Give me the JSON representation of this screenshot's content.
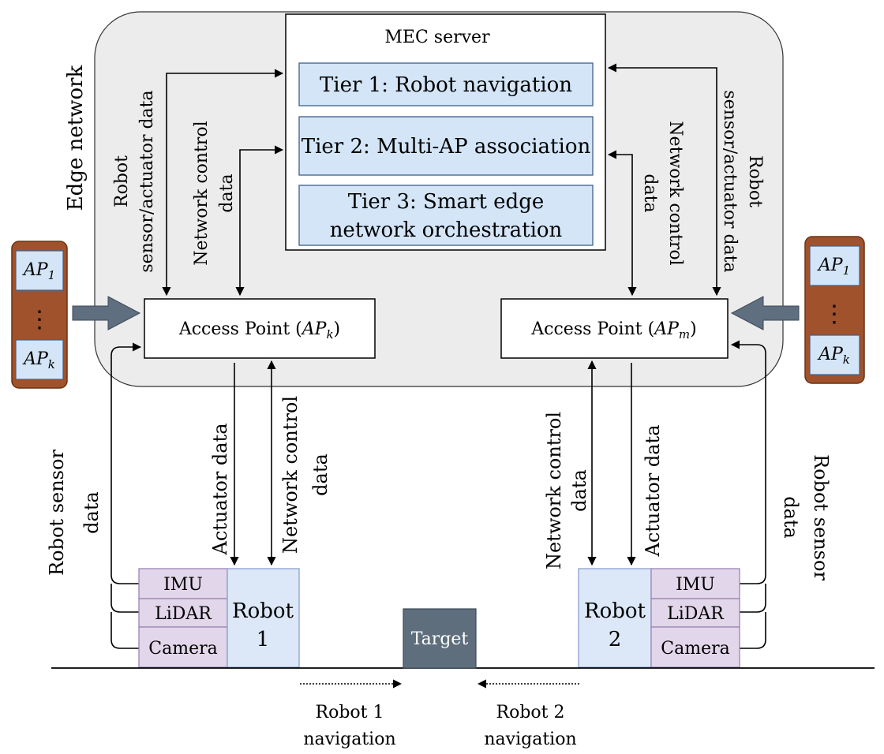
{
  "colors": {
    "edge_fill": "#ececec",
    "tier_fill": "#d3e5f7",
    "tier_stroke": "#3f5f8a",
    "robot_fill": "#dce8f8",
    "robot_stroke": "#8d9fcf",
    "sensor_fill": "#e2d7ea",
    "sensor_stroke": "#9b83b6",
    "ap_stack_fill": "#a0522d",
    "ap_stack_stroke": "#6b3212",
    "target_fill": "#5f6e7d",
    "big_arrow_fill": "#5f6f80"
  },
  "edge_network": {
    "label": "Edge network"
  },
  "mec": {
    "title": "MEC server",
    "tier1": "Tier 1: Robot navigation",
    "tier2": "Tier 2: Multi-AP association",
    "tier3_line1": "Tier 3: Smart edge",
    "tier3_line2": "network orchestration"
  },
  "ap_left": {
    "label": "Access Point (",
    "sym": "AP",
    "sub": "k",
    "close": ")"
  },
  "ap_right": {
    "label": "Access Point (",
    "sym": "AP",
    "sub": "m",
    "close": ")"
  },
  "stack_left": {
    "top": {
      "sym": "AP",
      "sub": "1"
    },
    "dots": "⋮",
    "bottom": {
      "sym": "AP",
      "sub": "k"
    }
  },
  "stack_right": {
    "top": {
      "sym": "AP",
      "sub": "1"
    },
    "dots": "⋮",
    "bottom": {
      "sym": "AP",
      "sub": "k"
    }
  },
  "labels": {
    "left_sensor_actuator_1": "Robot",
    "left_sensor_actuator_2": "sensor/actuator data",
    "left_netctrl_1": "Network control",
    "left_netctrl_2": "data",
    "right_sensor_actuator_1": "Robot",
    "right_sensor_actuator_2": "sensor/actuator data",
    "right_netctrl_1": "Network control",
    "right_netctrl_2": "data",
    "actuator_left": "Actuator data",
    "netctrl_lower_left_1": "Network control",
    "netctrl_lower_left_2": "data",
    "actuator_right": "Actuator data",
    "netctrl_lower_right_1": "Network control",
    "netctrl_lower_right_2": "data",
    "sensor_left_1": "Robot sensor",
    "sensor_left_2": "data",
    "sensor_right_1": "Robot sensor",
    "sensor_right_2": "data"
  },
  "robot1": {
    "line1": "Robot",
    "line2": "1",
    "imu": "IMU",
    "lidar": "LiDAR",
    "camera": "Camera"
  },
  "robot2": {
    "line1": "Robot",
    "line2": "2",
    "imu": "IMU",
    "lidar": "LiDAR",
    "camera": "Camera"
  },
  "target": {
    "label": "Target"
  },
  "nav": {
    "robot1_line1": "Robot 1",
    "robot1_line2": "navigation",
    "robot2_line1": "Robot 2",
    "robot2_line2": "navigation"
  }
}
